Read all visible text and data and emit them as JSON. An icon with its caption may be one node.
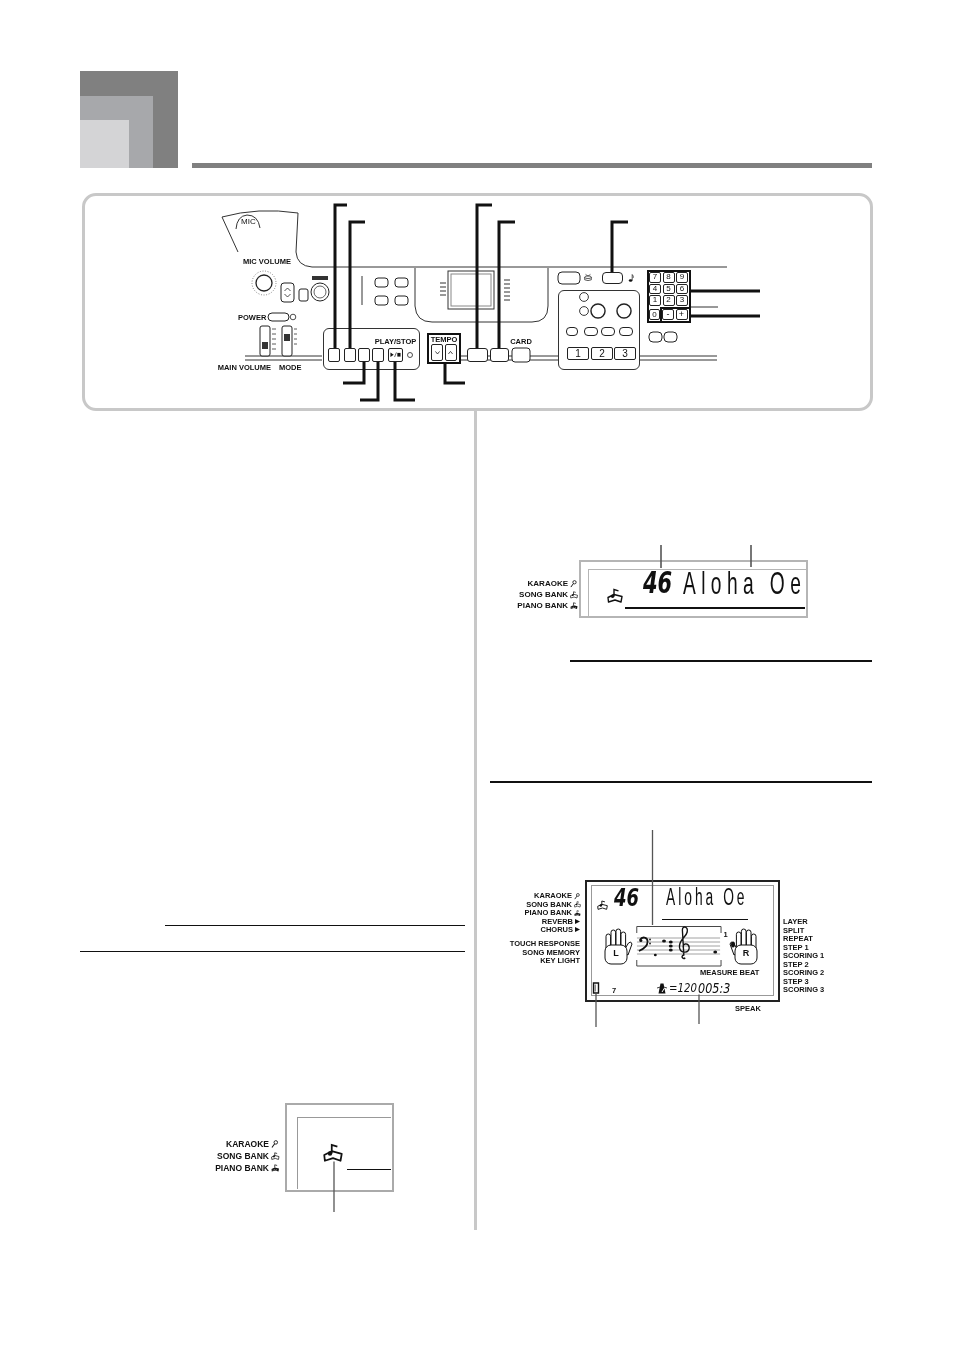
{
  "diagram": {
    "nodes": [
      {
        "text": [],
        "shape": "box"
      },
      {
        "text": [],
        "shape": "box",
        "in": 0
      },
      {
        "text": [],
        "shape": "box",
        "in": 0
      },
      {
        "text": [],
        "shape": "box",
        "in": 0
      },
      {
        "text": [],
        "shape": "box",
        "in": 0
      },
      {
        "text": [],
        "shape": "box",
        "in": 0
      },
      {
        "text": [
          "TEMPO"
        ]
      },
      {
        "text": [],
        "shape": "box"
      },
      {
        "text": [],
        "shape": "box"
      },
      {
        "text": [],
        "shape": "box"
      },
      {
        "text": [],
        "shape": "box"
      },
      {
        "text": [
          "7"
        ],
        "in": 10
      },
      {
        "text": [
          "8"
        ],
        "in": 10
      },
      {
        "text": [
          "9"
        ],
        "in": 10
      },
      {
        "text": [
          "4"
        ],
        "in": 10
      },
      {
        "text": [
          "5"
        ],
        "in": 10
      },
      {
        "text": [
          "6"
        ],
        "in": 10
      },
      {
        "text": [
          "1"
        ],
        "in": 10
      },
      {
        "text": [
          "2"
        ],
        "in": 10
      },
      {
        "text": [
          "3"
        ],
        "in": 10
      },
      {
        "text": [
          "0"
        ],
        "in": 10
      },
      {
        "text": [],
        "shape": "box",
        "in": 10
      },
      {
        "text": [
          "-"
        ],
        "in": 21
      },
      {
        "text": [
          "+"
        ],
        "in": 21
      },
      {
        "text": [],
        "shape": "box"
      },
      {
        "text": [
          "1"
        ],
        "in": 24
      },
      {
        "text": [
          "2"
        ],
        "in": 24
      },
      {
        "text": [
          "3"
        ],
        "in": 24
      },
      {
        "text": [],
        "shape": "box"
      },
      {
        "text": [
          "46"
        ],
        "in": 28
      },
      {
        "text": [
          "Aloha Oe"
        ],
        "in": 28
      },
      {
        "text": [],
        "shape": "box"
      },
      {
        "text": [
          "46"
        ],
        "in": 31
      },
      {
        "text": [
          "Aloha Oe"
        ],
        "in": 31
      },
      {
        "text": [],
        "shape": "picture",
        "in": 31
      },
      {
        "text": [
          "L"
        ],
        "in": 31
      },
      {
        "text": [
          "R"
        ],
        "in": 31
      },
      {
        "text": [],
        "shape": "picture",
        "in": 31
      },
      {
        "text": [
          "005:3"
        ],
        "in": 31
      },
      {
        "text": [],
        "shape": "box"
      },
      {
        "text": [],
        "shape": "picture",
        "in": 39
      }
    ],
    "edges": [
      {
        "from": null,
        "to": 1,
        "arrow": "none"
      },
      {
        "from": null,
        "to": 2,
        "arrow": "none"
      },
      {
        "from": null,
        "to": 7,
        "arrow": "none"
      },
      {
        "from": null,
        "to": 8,
        "arrow": "none"
      },
      {
        "from": null,
        "to": 9,
        "arrow": "none"
      },
      {
        "from": null,
        "to": 10,
        "arrow": "none"
      },
      {
        "from": null,
        "to": 21,
        "arrow": "none"
      },
      {
        "from": null,
        "to": 6,
        "arrow": "none"
      },
      {
        "from": null,
        "to": 3,
        "arrow": "none"
      },
      {
        "from": null,
        "to": 4,
        "arrow": "none"
      },
      {
        "from": null,
        "to": 5,
        "arrow": "none"
      },
      {
        "from": null,
        "to": 29,
        "arrow": "none",
        "color": "#555555"
      },
      {
        "from": null,
        "to": 30,
        "arrow": "none",
        "color": "#555555"
      },
      {
        "from": null,
        "to": 34,
        "arrow": "none",
        "color": "#555555"
      },
      {
        "from": null,
        "to": 37,
        "arrow": "none",
        "color": "#555555"
      },
      {
        "from": null,
        "to": 38,
        "arrow": "none",
        "color": "#555555"
      },
      {
        "from": null,
        "to": 40,
        "arrow": "none",
        "color": "#555555"
      }
    ],
    "labels": [
      "MIC",
      "MIC VOLUME",
      "POWER",
      "PLAY/STOP",
      "CARD",
      "MAIN VOLUME",
      "MODE",
      "KARAOKE",
      "SONG BANK",
      "PIANO BANK",
      "KARAOKE",
      "SONG BANK",
      "PIANO BANK",
      "REVERB",
      "CHORUS",
      "TOUCH RESPONSE",
      "SONG MEMORY",
      "KEY LIGHT",
      "LAYER",
      "SPLIT",
      "REPEAT",
      "STEP 1",
      "SCORING 1",
      "STEP 2",
      "SCORING 2",
      "STEP 3",
      "SCORING 3",
      "1",
      "7",
      "=120",
      "MEASURE BEAT",
      "SPEAK",
      "KARAOKE",
      "SONG BANK",
      "PIANO BANK"
    ]
  }
}
